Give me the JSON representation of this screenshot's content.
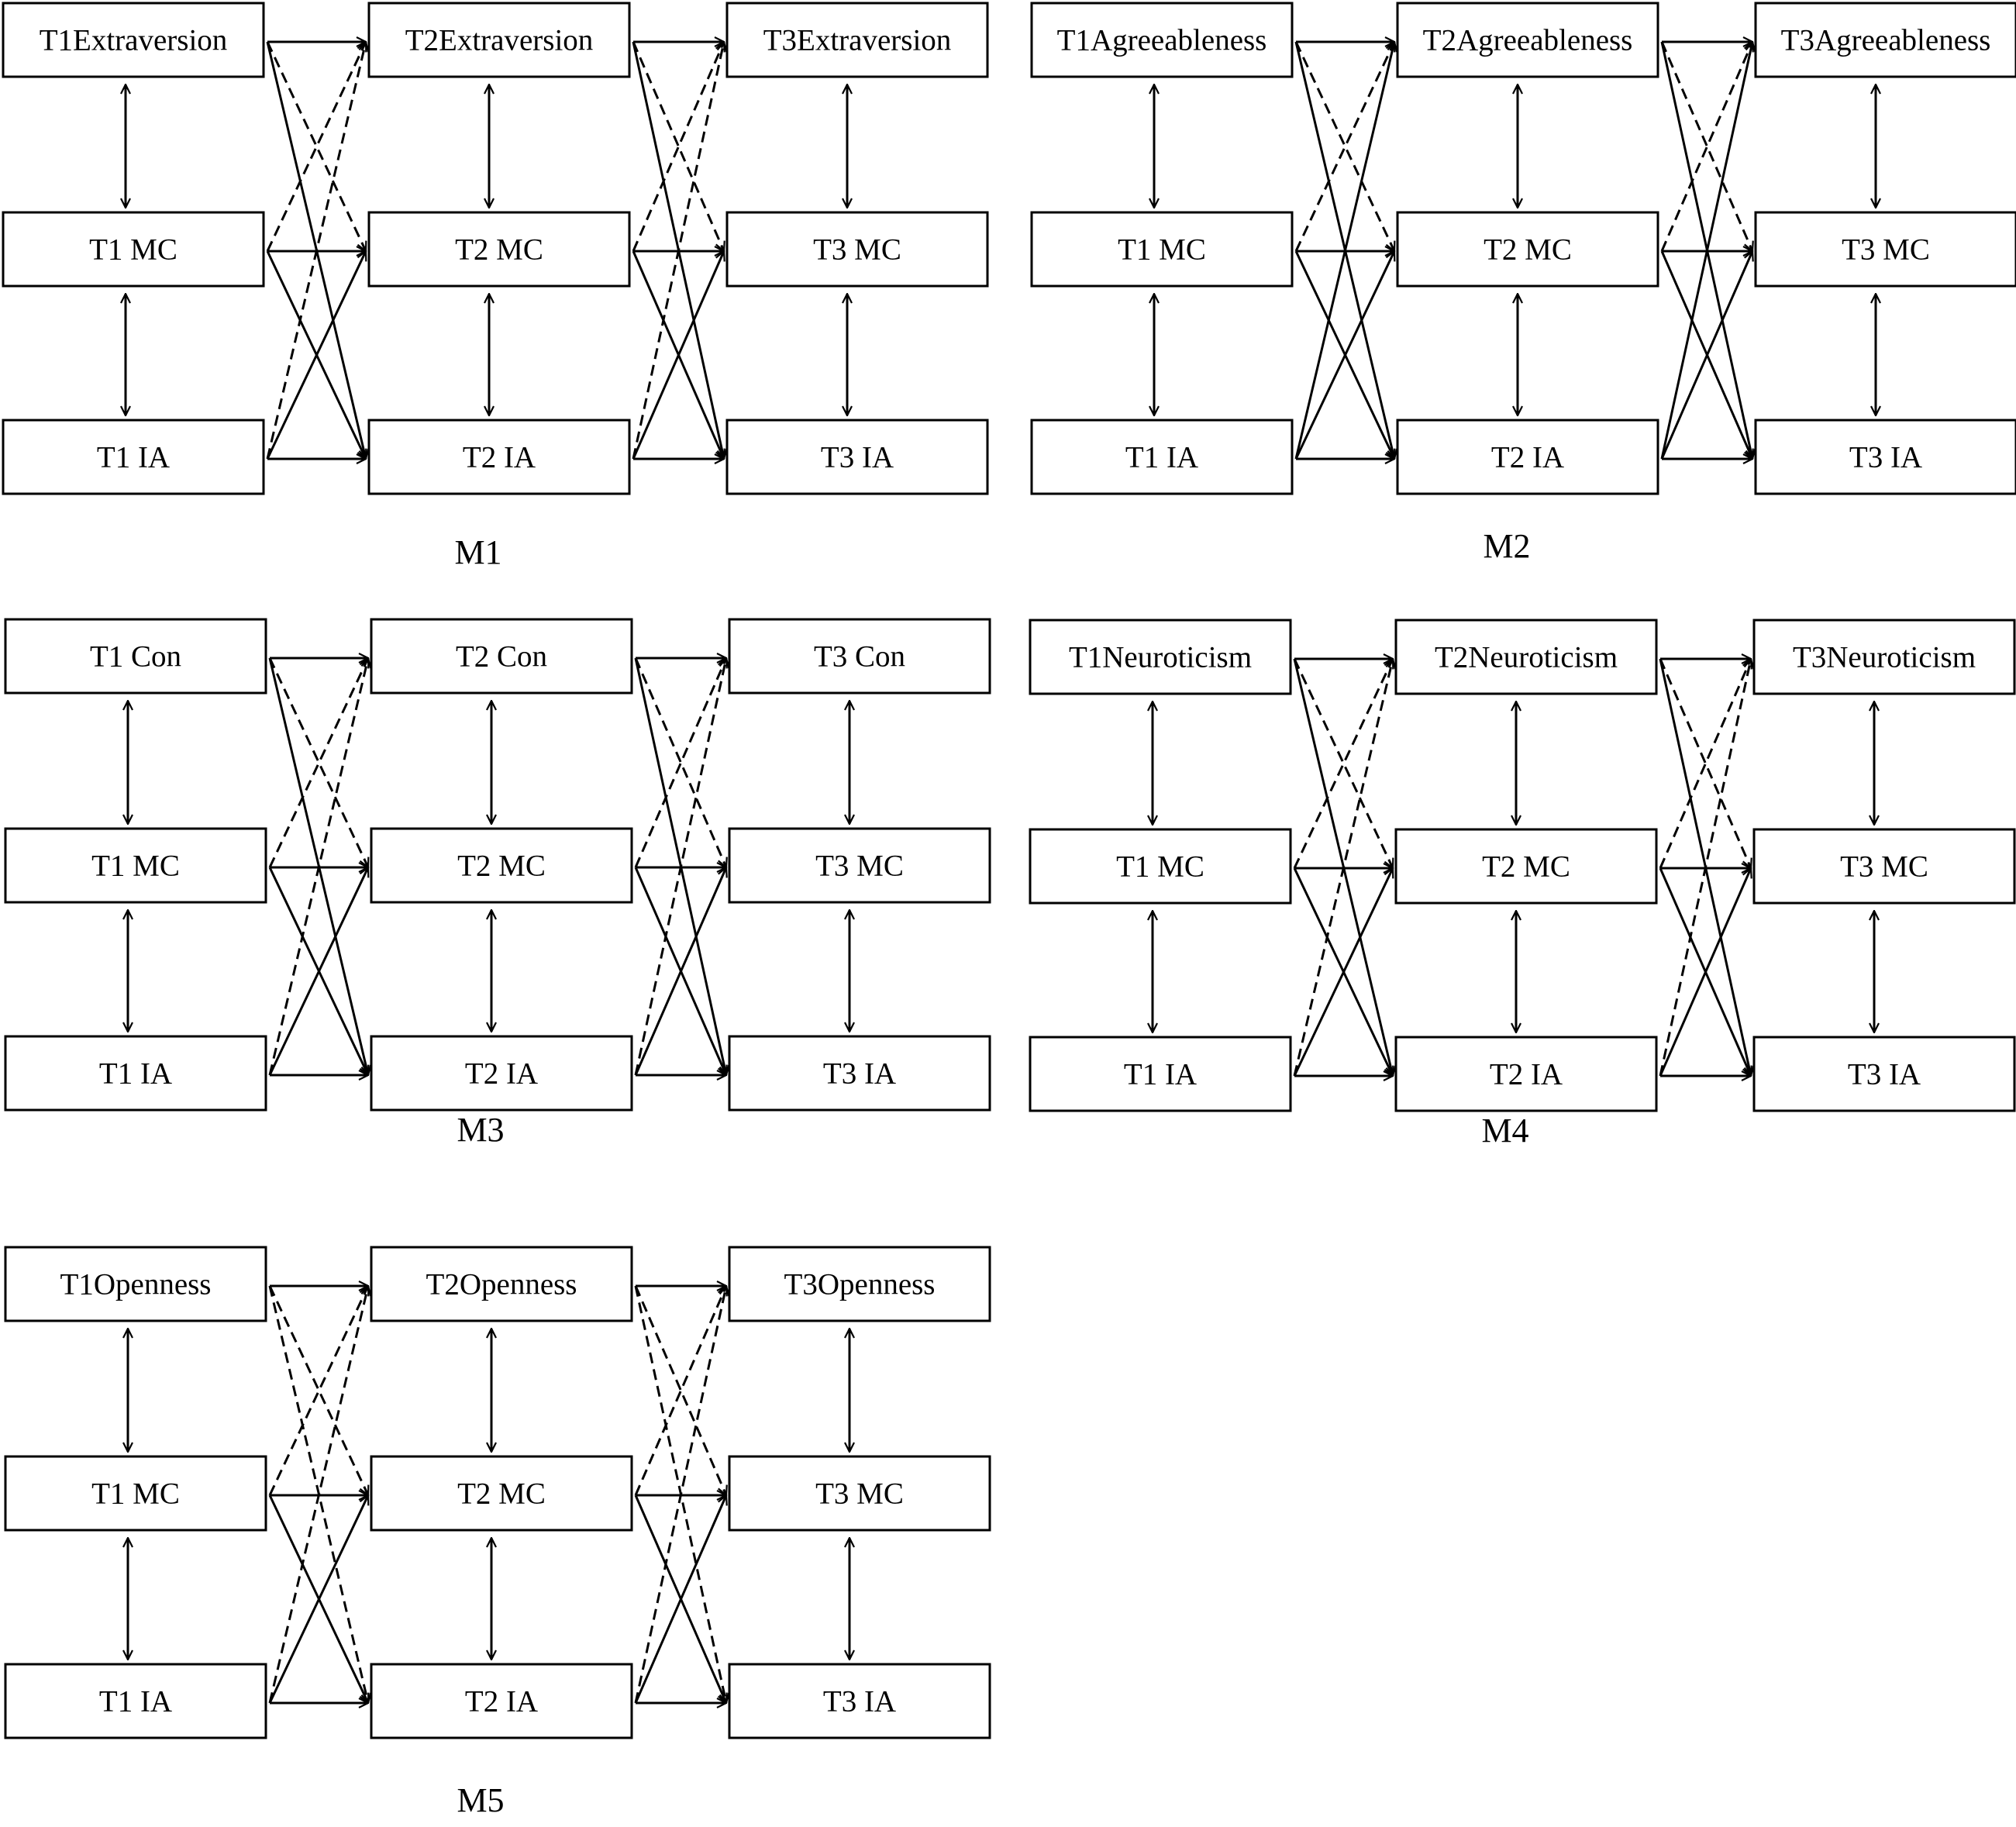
{
  "line_color": "#000000",
  "background": "#ffffff",
  "models": [
    {
      "label": "M1",
      "rows": [
        [
          "T1Extraversion",
          "T2Extraversion",
          "T3Extraversion"
        ],
        [
          "T1 MC",
          "T2 MC",
          "T3 MC"
        ],
        [
          "T1 IA",
          "T2 IA",
          "T3 IA"
        ]
      ],
      "dashed_paths": [
        "trait->mc",
        "mc->trait",
        "ia->trait"
      ]
    },
    {
      "label": "M2",
      "rows": [
        [
          "T1Agreeableness",
          "T2Agreeableness",
          "T3Agreeableness"
        ],
        [
          "T1 MC",
          "T2 MC",
          "T3 MC"
        ],
        [
          "T1 IA",
          "T2 IA",
          "T3 IA"
        ]
      ],
      "dashed_paths": [
        "trait->mc",
        "mc->trait"
      ]
    },
    {
      "label": "M3",
      "rows": [
        [
          "T1 Con",
          "T2 Con",
          "T3 Con"
        ],
        [
          "T1 MC",
          "T2 MC",
          "T3 MC"
        ],
        [
          "T1 IA",
          "T2 IA",
          "T3 IA"
        ]
      ],
      "dashed_paths": [
        "trait->mc",
        "mc->trait",
        "ia->trait"
      ]
    },
    {
      "label": "M4",
      "rows": [
        [
          "T1Neuroticism",
          "T2Neuroticism",
          "T3Neuroticism"
        ],
        [
          "T1 MC",
          "T2 MC",
          "T3 MC"
        ],
        [
          "T1 IA",
          "T2 IA",
          "T3 IA"
        ]
      ],
      "dashed_paths": [
        "trait->mc",
        "mc->trait",
        "ia->trait"
      ]
    },
    {
      "label": "M5",
      "rows": [
        [
          "T1Openness",
          "T2Openness",
          "T3Openness"
        ],
        [
          "T1 MC",
          "T2 MC",
          "T3 MC"
        ],
        [
          "T1 IA",
          "T2 IA",
          "T3 IA"
        ]
      ],
      "dashed_paths": [
        "trait->mc",
        "trait->ia",
        "mc->trait",
        "ia->trait"
      ]
    }
  ]
}
